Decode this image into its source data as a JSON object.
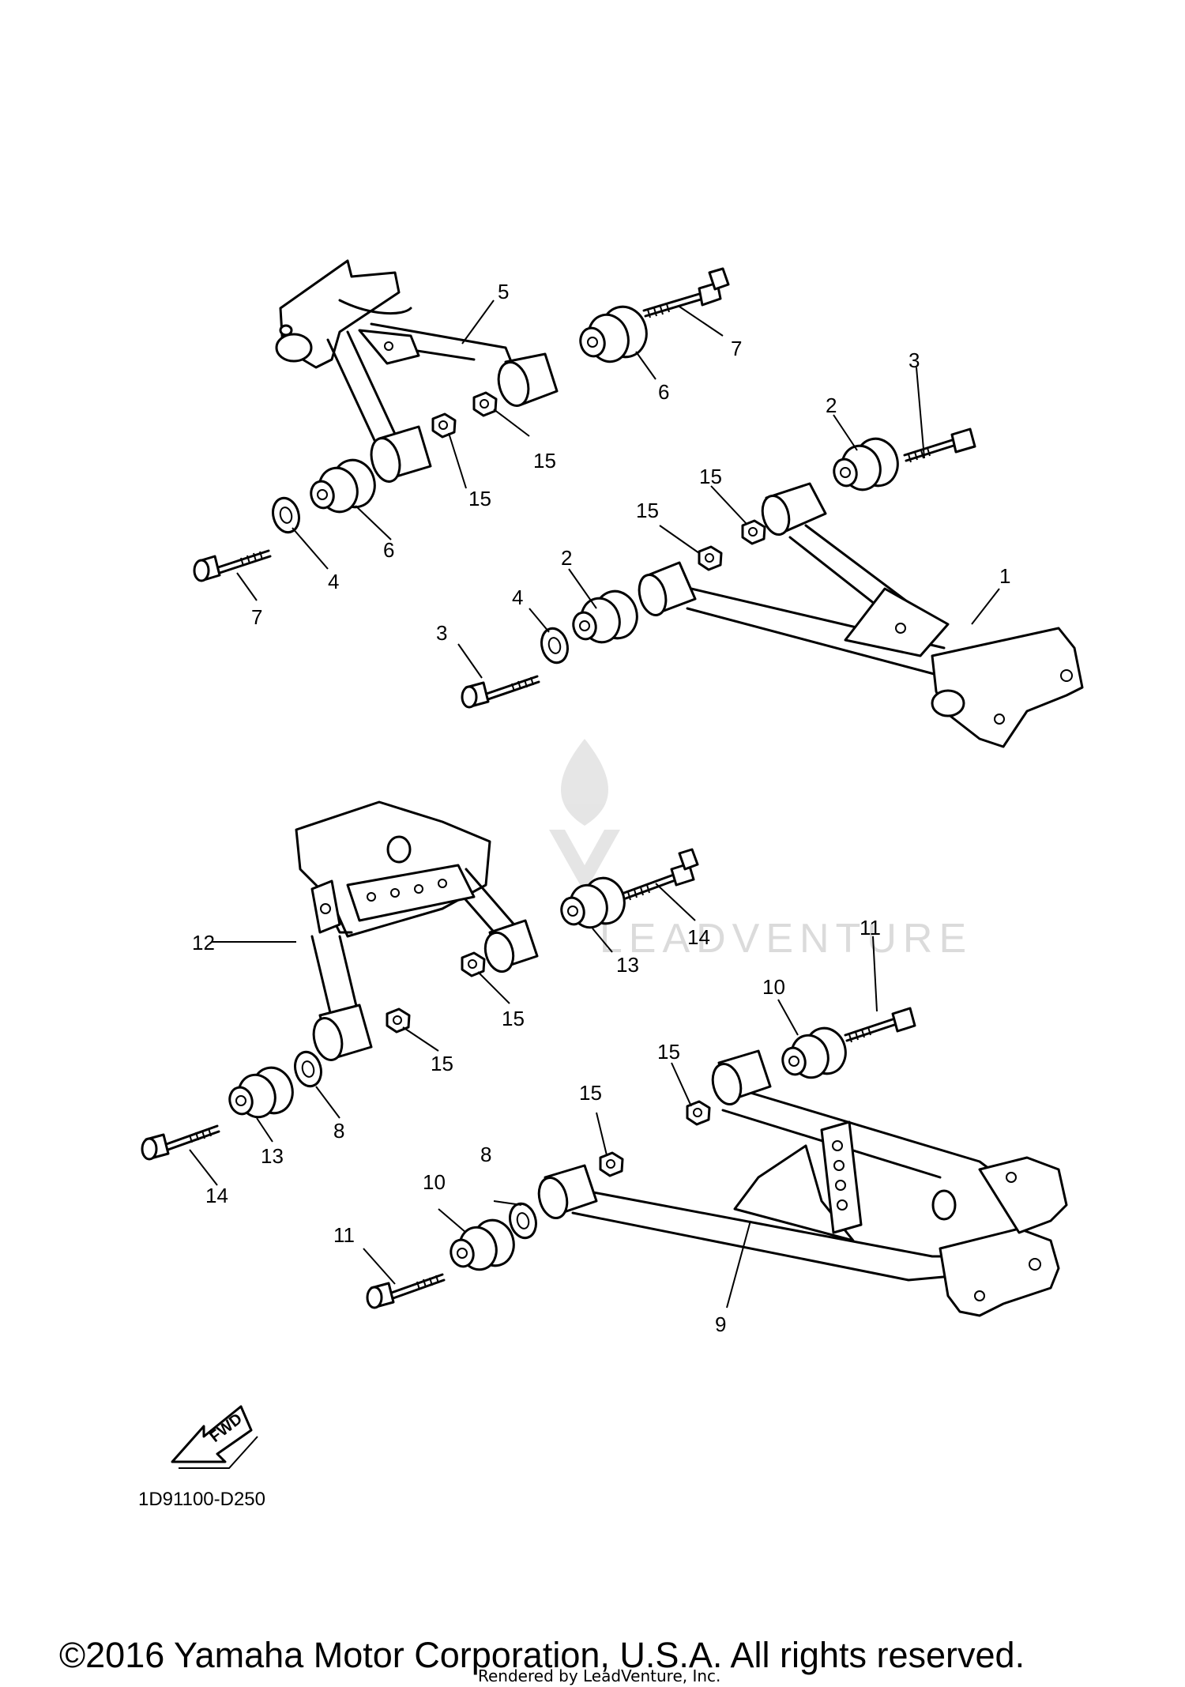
{
  "diagram": {
    "code": "1D91100-D250",
    "copyright": "©2016 Yamaha Motor Corporation, U.S.A. All rights reserved.",
    "rendered_by": "Rendered by LeadVenture, Inc.",
    "watermark": "LEADVENTURE",
    "fwd_label": "FWD",
    "callouts": [
      {
        "id": "upper-1",
        "label": "1"
      },
      {
        "id": "upper-2a",
        "label": "2"
      },
      {
        "id": "upper-2b",
        "label": "2"
      },
      {
        "id": "upper-3a",
        "label": "3"
      },
      {
        "id": "upper-3b",
        "label": "3"
      },
      {
        "id": "upper-4a",
        "label": "4"
      },
      {
        "id": "upper-4b",
        "label": "4"
      },
      {
        "id": "upper-5",
        "label": "5"
      },
      {
        "id": "upper-6a",
        "label": "6"
      },
      {
        "id": "upper-6b",
        "label": "6"
      },
      {
        "id": "upper-7a",
        "label": "7"
      },
      {
        "id": "upper-7b",
        "label": "7"
      },
      {
        "id": "upper-15a",
        "label": "15"
      },
      {
        "id": "upper-15b",
        "label": "15"
      },
      {
        "id": "upper-15c",
        "label": "15"
      },
      {
        "id": "upper-15d",
        "label": "15"
      },
      {
        "id": "lower-8a",
        "label": "8"
      },
      {
        "id": "lower-8b",
        "label": "8"
      },
      {
        "id": "lower-9",
        "label": "9"
      },
      {
        "id": "lower-10a",
        "label": "10"
      },
      {
        "id": "lower-10b",
        "label": "10"
      },
      {
        "id": "lower-11a",
        "label": "11"
      },
      {
        "id": "lower-11b",
        "label": "11"
      },
      {
        "id": "lower-12",
        "label": "12"
      },
      {
        "id": "lower-13a",
        "label": "13"
      },
      {
        "id": "lower-13b",
        "label": "13"
      },
      {
        "id": "lower-14a",
        "label": "14"
      },
      {
        "id": "lower-14b",
        "label": "14"
      },
      {
        "id": "lower-15a",
        "label": "15"
      },
      {
        "id": "lower-15b",
        "label": "15"
      },
      {
        "id": "lower-15c",
        "label": "15"
      },
      {
        "id": "lower-15d",
        "label": "15"
      }
    ]
  }
}
